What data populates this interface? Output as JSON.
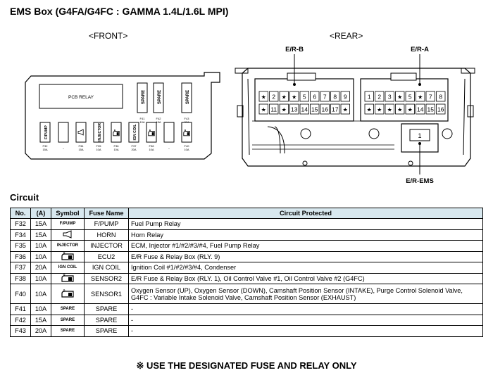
{
  "title": "EMS Box (G4FA/G4FC : GAMMA 1.4L/1.6L MPI)",
  "views": {
    "front": "<FRONT>",
    "rear": "<REAR>"
  },
  "front": {
    "relay_label": "PCB RELAY",
    "spare_fuses": [
      {
        "label": "SPARE",
        "code": "F41",
        "amp": "10A"
      },
      {
        "label": "SPARE",
        "code": "F42",
        "amp": "15A"
      },
      {
        "label": "SPARE",
        "code": "F43",
        "amp": "20A"
      }
    ],
    "fuses": [
      {
        "label": "F/PUMP",
        "code": "F32",
        "amp": "15A",
        "kind": "text"
      },
      {
        "label": "-",
        "code": "-",
        "amp": "",
        "kind": "blank"
      },
      {
        "label": "",
        "code": "F34",
        "amp": "15A",
        "kind": "horn"
      },
      {
        "label": "INJECTOR",
        "code": "F35",
        "amp": "10A",
        "kind": "text"
      },
      {
        "label": "",
        "code": "F36",
        "amp": "10A",
        "kind": "relay"
      },
      {
        "label": "IGN COIL",
        "code": "F37",
        "amp": "20A",
        "kind": "text"
      },
      {
        "label": "",
        "code": "F38",
        "amp": "10A",
        "kind": "relay"
      },
      {
        "label": "-",
        "code": "-",
        "amp": "",
        "kind": "blank"
      },
      {
        "label": "",
        "code": "F40",
        "amp": "10A",
        "kind": "relay"
      }
    ]
  },
  "rear": {
    "connectors": {
      "er_b": "E/R-B",
      "er_a": "E/R-A",
      "er_ems": "E/R-EMS"
    },
    "er_b_row1": [
      "★",
      "2",
      "★",
      "★",
      "5",
      "6",
      "7",
      "8",
      "9"
    ],
    "er_b_row2": [
      "★",
      "11",
      "★",
      "13",
      "14",
      "15",
      "16",
      "17",
      "★"
    ],
    "er_a_row1": [
      "1",
      "2",
      "3",
      "★",
      "5",
      "★",
      "7",
      "8"
    ],
    "er_a_row2": [
      "★",
      "★",
      "★",
      "★",
      "★",
      "14",
      "15",
      "16"
    ],
    "ems_pin": "1"
  },
  "circuit_heading": "Circuit",
  "table": {
    "headers": [
      "No.",
      "(A)",
      "Symbol",
      "Fuse Name",
      "Circuit Protected"
    ],
    "rows": [
      {
        "no": "F32",
        "amp": "15A",
        "symbol": "F/PUMP",
        "name": "F/PUMP",
        "circuit": "Fuel Pump Relay"
      },
      {
        "no": "F34",
        "amp": "15A",
        "symbol": "horn-icon",
        "name": "HORN",
        "circuit": "Horn Relay"
      },
      {
        "no": "F35",
        "amp": "10A",
        "symbol": "INJECTOR",
        "name": "INJECTOR",
        "circuit": "ECM, Injector #1/#2/#3/#4, Fuel Pump Relay"
      },
      {
        "no": "F36",
        "amp": "10A",
        "symbol": "relay-icon",
        "name": "ECU2",
        "circuit": "E/R Fuse & Relay Box (RLY. 9)"
      },
      {
        "no": "F37",
        "amp": "20A",
        "symbol": "IGN COIL",
        "name": "IGN COIL",
        "circuit": "Ignition Coil #1/#2/#3/#4, Condenser"
      },
      {
        "no": "F38",
        "amp": "10A",
        "symbol": "relay-icon",
        "name": "SENSOR2",
        "circuit": "E/R Fuse & Relay Box (RLY. 1), Oil Control Valve #1, Oil Control Valve #2 (G4FC)"
      },
      {
        "no": "F40",
        "amp": "10A",
        "symbol": "relay-icon",
        "name": "SENSOR1",
        "circuit": "Oxygen Sensor (UP), Oxygen Sensor (DOWN), Camshaft Position Sensor (INTAKE), Purge Control Solenoid Valve, G4FC : Variable Intake Solenoid Valve, Camshaft Position Sensor (EXHAUST)"
      },
      {
        "no": "F41",
        "amp": "10A",
        "symbol": "SPARE",
        "name": "SPARE",
        "circuit": "-"
      },
      {
        "no": "F42",
        "amp": "15A",
        "symbol": "SPARE",
        "name": "SPARE",
        "circuit": "-"
      },
      {
        "no": "F43",
        "amp": "20A",
        "symbol": "SPARE",
        "name": "SPARE",
        "circuit": "-"
      }
    ]
  },
  "footnote": "※ USE THE DESIGNATED FUSE AND RELAY ONLY"
}
